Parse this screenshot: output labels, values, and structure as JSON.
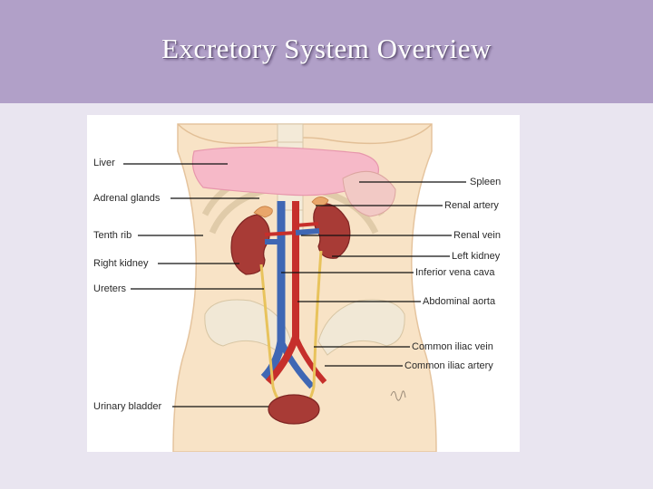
{
  "slide": {
    "title": "Excretory System Overview",
    "colors": {
      "header": "#b1a0c8",
      "background": "#e9e5f0",
      "title": "#ffffff"
    }
  },
  "diagram": {
    "labels_left": {
      "liver": "Liver",
      "adrenal_glands": "Adrenal glands",
      "tenth_rib": "Tenth rib",
      "right_kidney": "Right kidney",
      "ureters": "Ureters",
      "urinary_bladder": "Urinary bladder"
    },
    "labels_right": {
      "spleen": "Spleen",
      "renal_artery": "Renal artery",
      "renal_vein": "Renal vein",
      "left_kidney": "Left kidney",
      "inferior_vena_cava": "Inferior vena cava",
      "abdominal_aorta": "Abdominal aorta",
      "common_iliac_vein": "Common iliac vein",
      "common_iliac_artery": "Common iliac artery"
    }
  }
}
